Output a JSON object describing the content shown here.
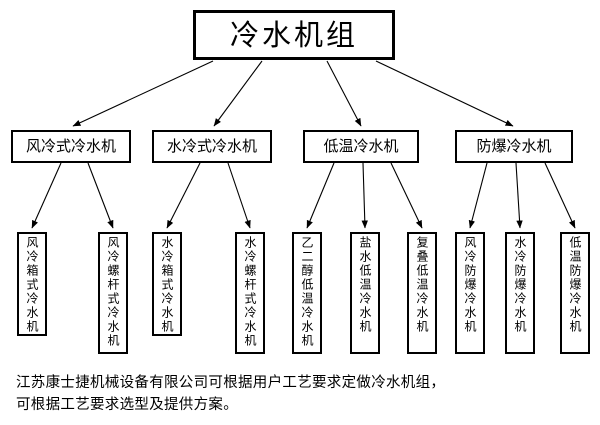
{
  "diagram": {
    "type": "tree",
    "title": "冷水机组",
    "root": {
      "label": "冷水机组"
    },
    "level2": [
      {
        "label": "风冷式冷水机"
      },
      {
        "label": "水冷式冷水机"
      },
      {
        "label": "低温冷水机"
      },
      {
        "label": "防爆冷水机"
      }
    ],
    "level3": [
      {
        "label": "风冷箱式冷水机",
        "parent": "风冷式冷水机"
      },
      {
        "label": "风冷螺杆式冷水机",
        "parent": "风冷式冷水机"
      },
      {
        "label": "水冷箱式冷水机",
        "parent": "水冷式冷水机"
      },
      {
        "label": "水冷螺杆式冷水机",
        "parent": "水冷式冷水机"
      },
      {
        "label": "乙二醇低温冷水机",
        "parent": "低温冷水机"
      },
      {
        "label": "盐水低温冷水机",
        "parent": "低温冷水机"
      },
      {
        "label": "复叠低温冷水机",
        "parent": "低温冷水机"
      },
      {
        "label": "风冷防爆冷水机",
        "parent": "防爆冷水机"
      },
      {
        "label": "水冷防爆冷水机",
        "parent": "防爆冷水机"
      },
      {
        "label": "低温防爆冷水机",
        "parent": "防爆冷水机"
      }
    ]
  },
  "caption": {
    "line1": "江苏康士捷机械设备有限公司可根据用户工艺要求定做冷水机组，",
    "line2": "可根据工艺要求选型及提供方案。"
  },
  "colors": {
    "background": "#ffffff",
    "line": "#000000",
    "text": "#000000",
    "border": "#000000"
  }
}
